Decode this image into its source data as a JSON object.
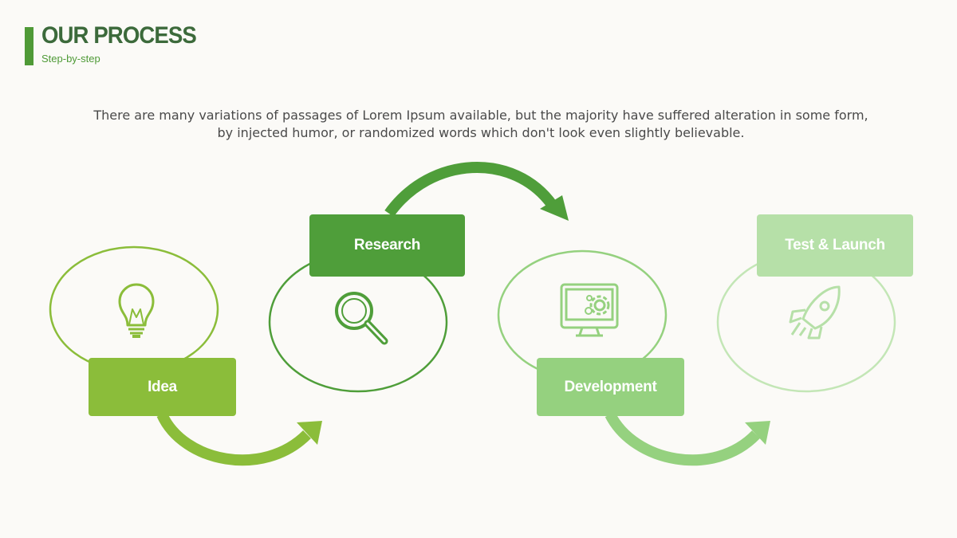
{
  "header": {
    "title": "OUR PROCESS",
    "subtitle": "Step-by-step"
  },
  "description": "There are many variations of passages of Lorem Ipsum available, but the majority have suffered alteration in some form, by injected humor, or randomized words which don't look even slightly believable.",
  "steps": [
    {
      "label": "Idea",
      "icon": "lightbulb-icon",
      "color": "#8bbd3a"
    },
    {
      "label": "Research",
      "icon": "magnifier-icon",
      "color": "#4f9e3a"
    },
    {
      "label": "Development",
      "icon": "monitor-gear-icon",
      "color": "#95d17f"
    },
    {
      "label": "Test & Launch",
      "icon": "rocket-icon",
      "color": "#b6e0a8"
    }
  ]
}
